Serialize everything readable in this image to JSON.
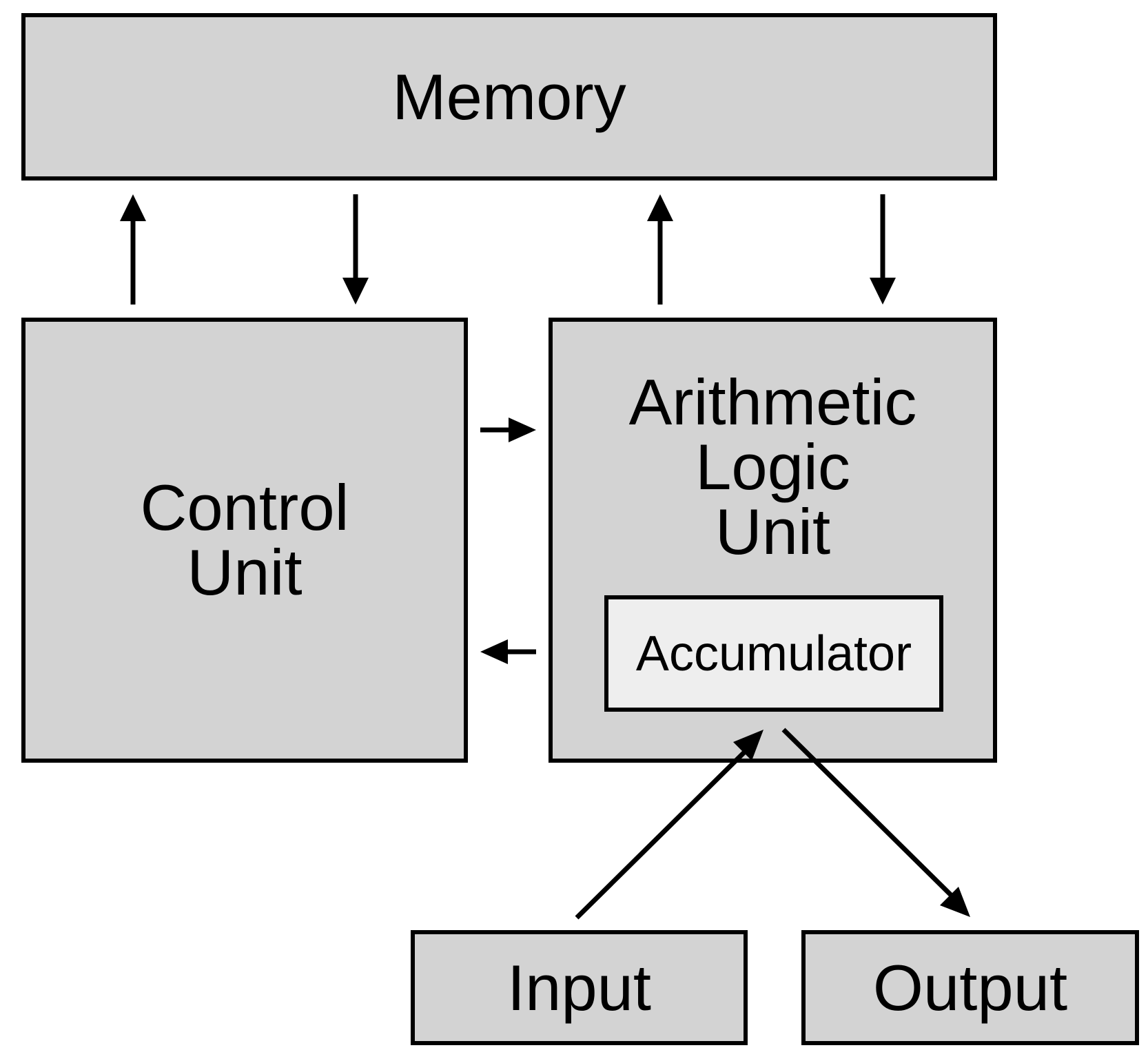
{
  "nodes": {
    "memory": "Memory",
    "control_unit": [
      "Control",
      "Unit"
    ],
    "alu": [
      "Arithmetic",
      "Logic",
      "Unit"
    ],
    "accumulator": "Accumulator",
    "input": "Input",
    "output": "Output"
  },
  "colors": {
    "box_fill": "#d3d3d3",
    "inner_fill": "#eeeeee",
    "stroke": "#000000"
  }
}
